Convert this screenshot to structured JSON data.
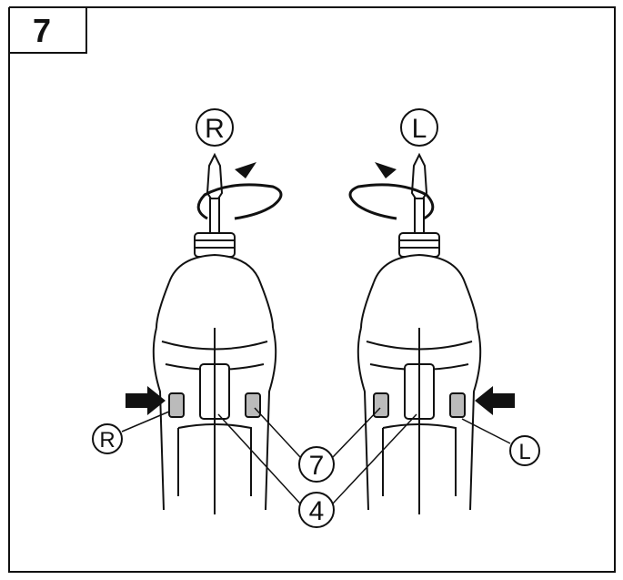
{
  "figure": {
    "step_number": "7",
    "rotation_labels": {
      "right": "R",
      "left": "L"
    },
    "switch_labels": {
      "right": "R",
      "left": "L"
    },
    "callouts": {
      "switch": "7",
      "trigger": "4"
    }
  }
}
